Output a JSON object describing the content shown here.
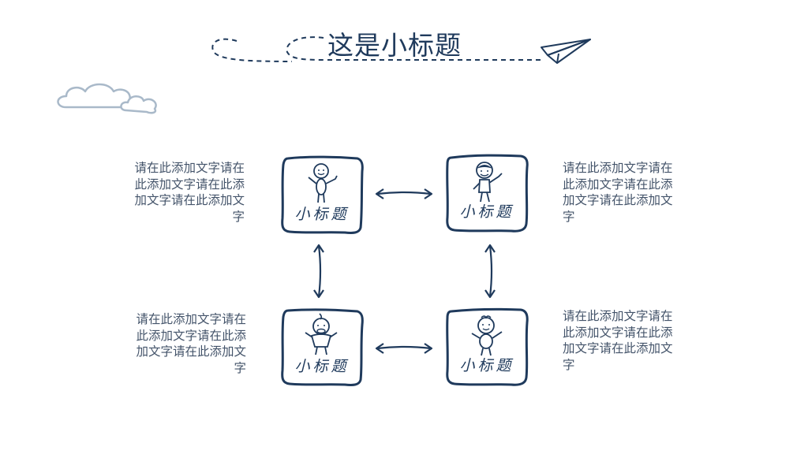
{
  "header": {
    "title": "这是小标题"
  },
  "cards": [
    {
      "label": "小标题"
    },
    {
      "label": "小标题"
    },
    {
      "label": "小标题"
    },
    {
      "label": "小标题"
    }
  ],
  "texts": [
    {
      "body": "请在此添加文字请在此添加文字请在此添加文字请在此添加文字"
    },
    {
      "body": "请在此添加文字请在此添加文字请在此添加文字请在此添加文字"
    },
    {
      "body": "请在此添加文字请在此添加文字请在此添加文字请在此添加文字"
    },
    {
      "body": "请在此添加文字请在此添加文字请在此添加文字请在此添加文字"
    }
  ],
  "colors": {
    "ink": "#1f3a5c",
    "text": "#44546a",
    "cloud": "#a9b9c9"
  },
  "icons": [
    "dashed-flight-path",
    "paper-plane-icon",
    "cloud-icon",
    "double-arrow-icon",
    "stick-figure-icon"
  ]
}
